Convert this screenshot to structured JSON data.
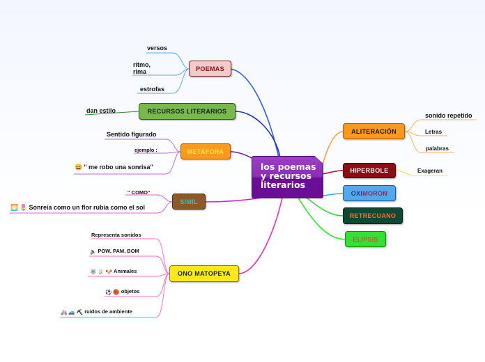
{
  "central": {
    "lines": [
      "los poemas",
      "y  recursos",
      "literarios"
    ]
  },
  "nodes": {
    "poemas": "POEMAS",
    "recursos": "RECURSOS LITERARIOS",
    "metafora": "METAFORA",
    "simil": "SIMIL",
    "onomatopeya": "ONO MATOPEYA",
    "aliteracion": "ALITERACIÓN",
    "hiperbole": "HIPERBOLE",
    "oximoron_a": "OXI",
    "oximoron_b": "MORON",
    "retrecuano": "RETRECUANO",
    "elipsis": "ELIPSIS"
  },
  "leaves": {
    "versos": "versos",
    "ritmo_1": "ritmo,",
    "ritmo_2": "rima",
    "estrofas": "estrofas",
    "dan_estilo": "dan estilo",
    "sentido": "Sentido figurado",
    "ejemplo": "ejemplo :",
    "robo": "'' me robo una sonrisa''",
    "como": "'' COMO''",
    "sonreia": "Sonreía como un flor rubia como el sol",
    "representa": "Representa sonidos",
    "pow": "POW, PAM, BOM",
    "animales": "Animales",
    "objetos": "objetos",
    "ruidos": "ruidos de ambiente",
    "sonido_rep": "sonido repetido",
    "letras": "Letras",
    "palabras": "palabras",
    "exageran": "Exageran"
  },
  "icons": {
    "laugh": "😆",
    "sunrise": "🌅",
    "flower": "🌷",
    "speaker": "🔈",
    "wolf": "🐺",
    "rabbit": "🐰",
    "dog": "🐶",
    "soccer": "⚽",
    "ball": "🏀",
    "ambulance": "🚑",
    "car": "🚙",
    "pick": "⛏"
  },
  "colors": {
    "poemas": "#f4c9c9",
    "recursos": "#79b84a",
    "metafora": "#f99a1c",
    "simil": "#8b5a2b",
    "onomatopeya": "#ffe81a",
    "aliteracion": "#f99a1c",
    "hiperbole": "#8a0f14",
    "oximoron": "#54a7e8",
    "retrecuano": "#0e4a33",
    "elipsis": "#33e033",
    "central": "#7a1ea8"
  }
}
